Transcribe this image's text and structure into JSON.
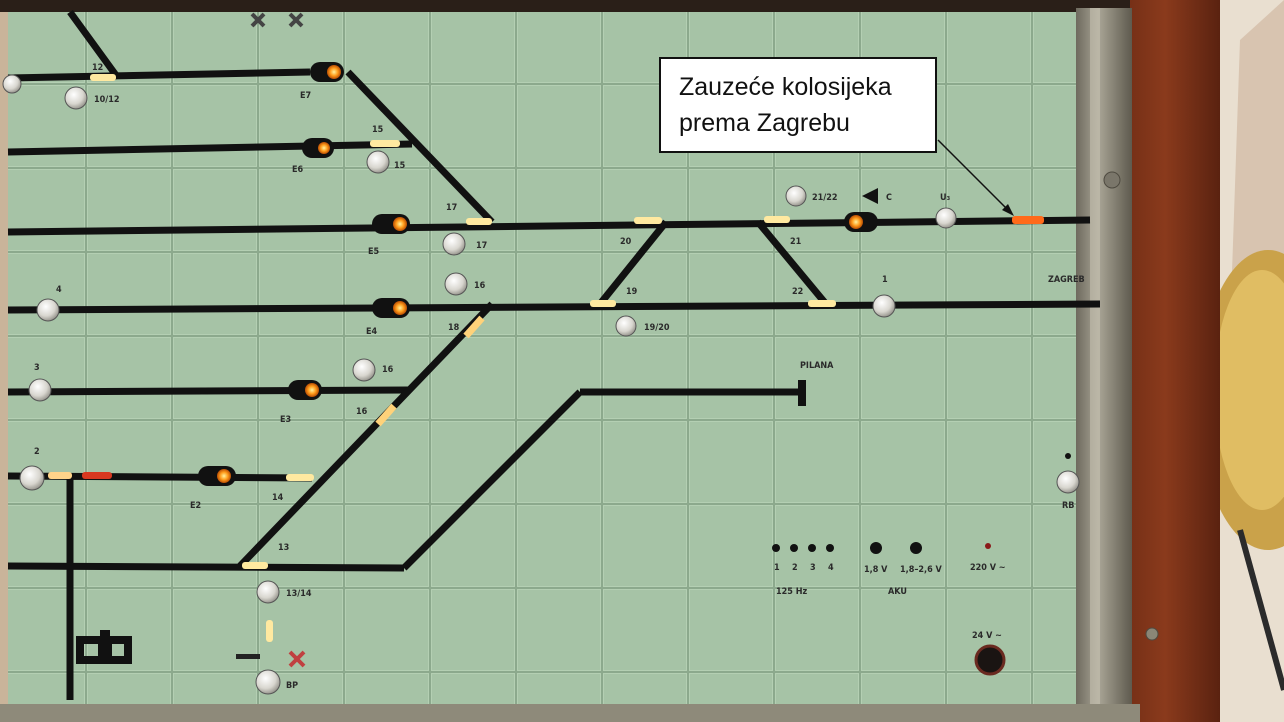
{
  "caption": {
    "line1": "Zauzeće kolosijeka",
    "line2": "prema Zagrebu"
  },
  "panel": {
    "track_labels": [
      "12",
      "10/12",
      "E7",
      "15",
      "15",
      "E6",
      "17",
      "17",
      "E5",
      "20",
      "21",
      "21/22",
      "C",
      "U₃",
      "4",
      "16",
      "E4",
      "18",
      "19",
      "19/20",
      "22",
      "1",
      "ZAGREB",
      "3",
      "16",
      "16",
      "E3",
      "PILANA",
      "2",
      "E2",
      "14",
      "13",
      "13/14",
      "RB",
      "BP"
    ],
    "bottom_labels": {
      "counts": [
        "1",
        "2",
        "3",
        "4"
      ],
      "freq": "125 Hz",
      "v1": "1,8 V",
      "v2": "1,8–2,6 V",
      "dev": "AKU",
      "mains": "220 V ~",
      "low": "24 V ~"
    }
  }
}
